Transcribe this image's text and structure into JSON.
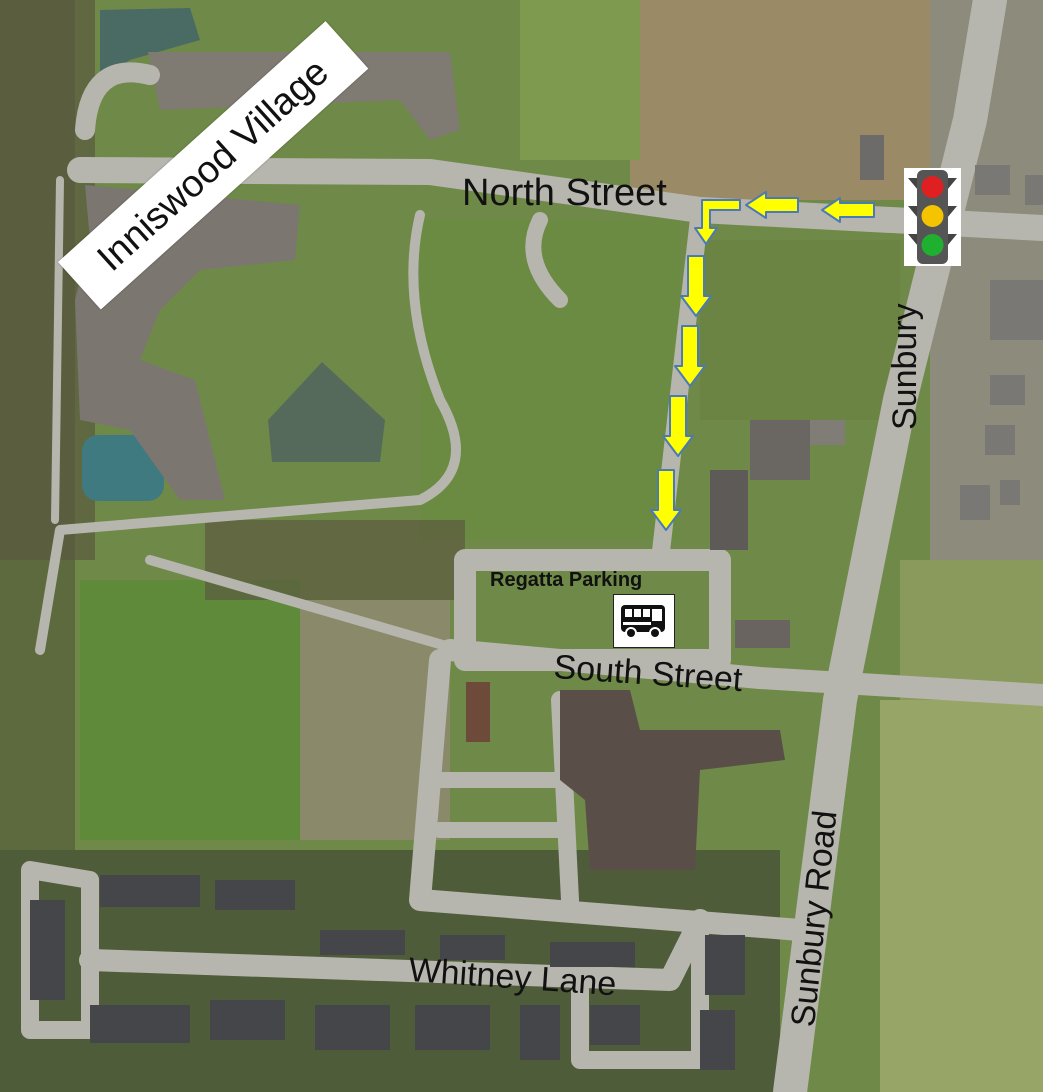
{
  "map": {
    "labels": {
      "north_street": "North Street",
      "south_street": "South Street",
      "whitney_lane": "Whitney Lane",
      "sunbury": "Sunbury",
      "sunbury_road": "Sunbury Road",
      "inniswood_village": "Inniswood Village",
      "regatta_parking": "Regatta Parking"
    },
    "icons": {
      "traffic_light": "traffic-light-icon",
      "shuttle_bus": "shuttle-bus-icon",
      "route_arrow": "route-arrow-icon"
    },
    "colors": {
      "route_arrow_fill": "#ffff00",
      "route_arrow_outline": "#4a7ab8",
      "light_red": "#e02020",
      "light_yellow": "#f5c400",
      "light_green": "#20b030",
      "grass": "#6f8f45",
      "road": "#b9b9b0"
    }
  }
}
